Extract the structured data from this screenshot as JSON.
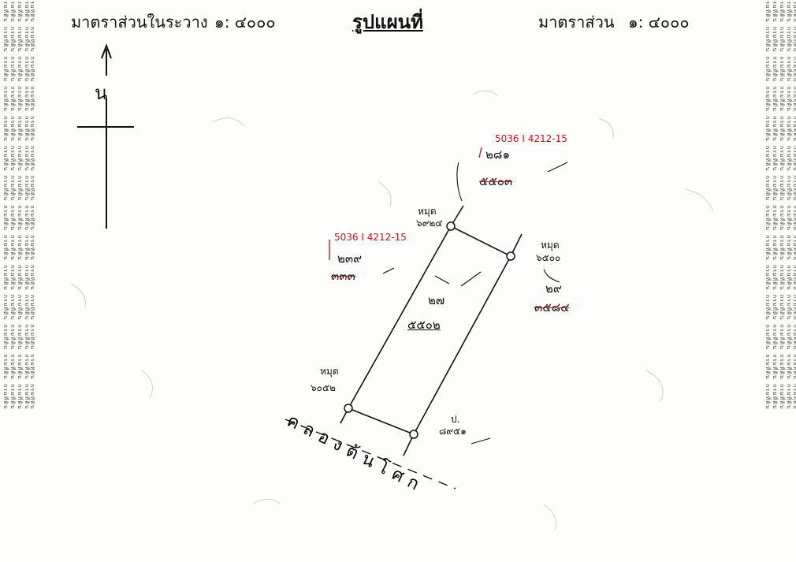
{
  "header": {
    "scale_between_label": "มาตราส่วนในระวาง",
    "scale_between_value": "๑: ๔๐๐๐",
    "title": "รูปแผนที่",
    "scale_label": "มาตราส่วน",
    "scale_value": "๑: ๔๐๐๐"
  },
  "north_arrow": {
    "label": "น"
  },
  "markers": [
    {
      "code": "หมุด",
      "number": "๖๙๒๔"
    },
    {
      "code": "หมุด",
      "number": "๖๕๐๐"
    },
    {
      "code": "หมุด",
      "number": "๖๐๕๒"
    },
    {
      "code": "ป.",
      "number": "๘๙๕๑"
    }
  ],
  "parcels": {
    "main": {
      "number": "๒๗",
      "survey": "๕๕๐๒"
    },
    "north": {
      "sheet": "5036 I 4212-15",
      "number": "๒๘๑",
      "survey": "๕๕๐๓"
    },
    "west": {
      "sheet": "5036 I 4212-15",
      "number": "๒๓๙",
      "survey": "๓๓๓"
    },
    "east": {
      "number": "๒๙",
      "survey": "๓๕๘๔"
    }
  },
  "canal": {
    "label": "คลองต้นโศก"
  },
  "colors": {
    "ink": "#111111",
    "red_annotation": "#c4121a"
  }
}
